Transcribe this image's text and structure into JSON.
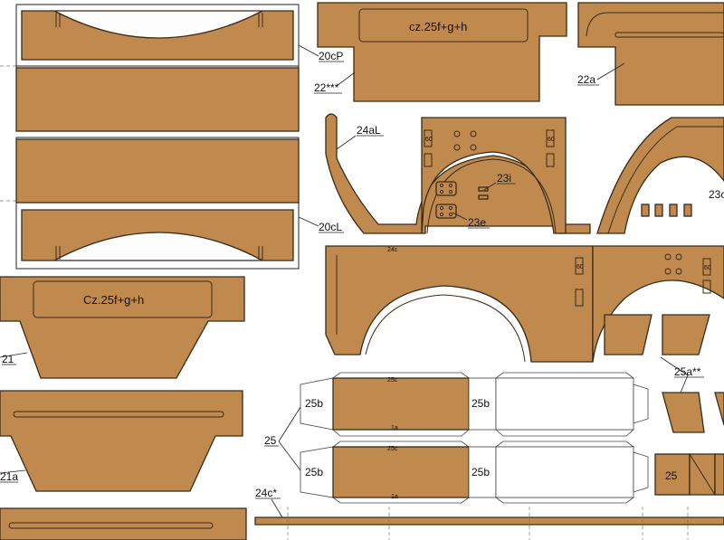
{
  "labels": {
    "p20cP": "20cP",
    "p22": "22***",
    "p22a": "22a",
    "p24aL": "24aL",
    "p23i": "23i",
    "p23e": "23e",
    "p23c": "23c",
    "p20cL": "20cL",
    "p24c_small": "24c",
    "p21": "21",
    "p21a": "21a",
    "p25a": "25a**",
    "p25": "25",
    "p25_box": "25",
    "p24c_star": "24c*"
  },
  "texts": {
    "cz_upper": "cz.25f+g+h",
    "cz_lower": "Cz.25f+g+h",
    "b25b": "25b",
    "c25c": "25c",
    "a1a": "1a",
    "n60": "60"
  },
  "colors": {
    "cardboard": "#c08a4e",
    "outline": "#3a2a18"
  }
}
